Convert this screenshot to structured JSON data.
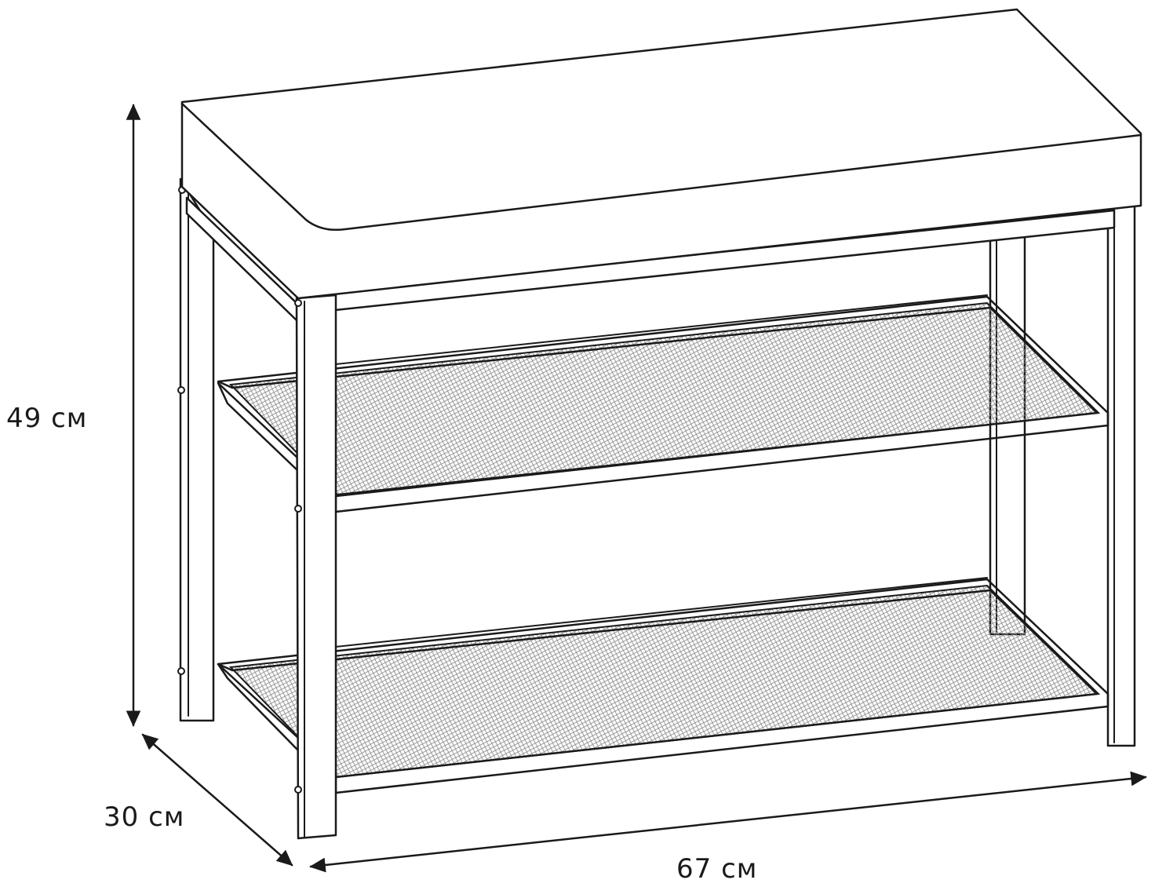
{
  "dimensions": {
    "height": "49 см",
    "depth": "30 см",
    "width": "67 см"
  },
  "colors": {
    "line": "#1a1a1a",
    "background": "#ffffff",
    "mesh": "#8a8a8a"
  }
}
